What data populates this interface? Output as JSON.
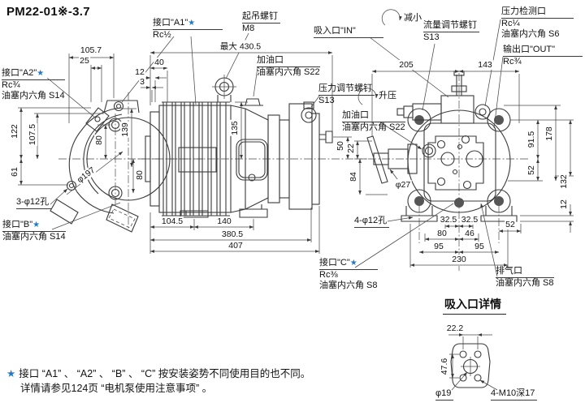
{
  "title": "PM22-01※-3.7",
  "colors": {
    "line": "#3a3a3a",
    "text": "#111111",
    "star_accent": "#1e7ad0",
    "background": "#ffffff"
  },
  "labels": {
    "port_a1": {
      "l1": "接口\"A1\"",
      "star": "★",
      "l2": "Rc½"
    },
    "lift_bolt": {
      "l1": "起吊螺钉",
      "l2": "M8"
    },
    "inlet": {
      "l1": "吸入口\"IN\""
    },
    "decrease": {
      "l1": "减小"
    },
    "flow_screw": {
      "l1": "流量调节螺钉",
      "l2": "S13"
    },
    "pressure_port": {
      "l1": "压力检测口",
      "l2": "Rc¼",
      "l3": "油塞内六角 S6"
    },
    "outlet": {
      "l1": "输出口\"OUT\"",
      "l2": "Rc¾"
    },
    "port_a2": {
      "l1": "接口\"A2\"",
      "star": "★",
      "l2": "Rc¾",
      "l3": "油塞内六角 S14"
    },
    "oil_fill_side": {
      "l1": "加油口",
      "l2": "油塞内六角 S22"
    },
    "pressure_screw": {
      "l1": "压力调节螺钉",
      "l2": "S13"
    },
    "increase": {
      "l1": "升压"
    },
    "oil_fill_front": {
      "l1": "加油口",
      "l2": "油塞内六角 S22"
    },
    "holes3": {
      "l1": "3-φ12孔"
    },
    "port_b": {
      "l1": "接口\"B\"",
      "star": "★",
      "l2": "油塞内六角 S14"
    },
    "port_c": {
      "l1": "接口\"C\"",
      "star": "★",
      "l2": "Rc⅜",
      "l3": "油塞内六角 S8"
    },
    "holes4": {
      "l1": "4-φ12孔"
    },
    "exhaust": {
      "l1": "排气口",
      "l2": "油塞内六角 S8"
    },
    "detail_title": "吸入口详情",
    "detail_d19": "φ19",
    "detail_m10": "4-M10深17"
  },
  "dims": {
    "d105_7": "105.7",
    "d25": "25",
    "d122": "122",
    "d107_5": "107.5",
    "d61": "61",
    "d80": "80",
    "d139": "139",
    "dia197": "φ197",
    "d40": "40",
    "d12": "12",
    "d3": "3",
    "dmax": "最大 430.5",
    "d135": "135",
    "d50": "50",
    "d104_5": "104.5",
    "d140": "140",
    "d380_5": "380.5",
    "d407": "407",
    "d205": "205",
    "d143": "143",
    "d22": "22",
    "d84": "84",
    "dia27": "φ27",
    "d91_5": "91.5",
    "d52": "52",
    "d178": "178",
    "d132": "132",
    "d32_5": "32.5",
    "d46": "46",
    "d95": "95",
    "d230": "230",
    "d22_2": "22.2",
    "d47_6": "47.6"
  },
  "footnote": {
    "star": "★",
    "line1": "接口 “A1” 、 “A2” 、 “B” 、 “C”  按安装姿势不同使用目的也不同。",
    "line2": "详情请参见124页 “电机泵使用注意事项” 。"
  }
}
